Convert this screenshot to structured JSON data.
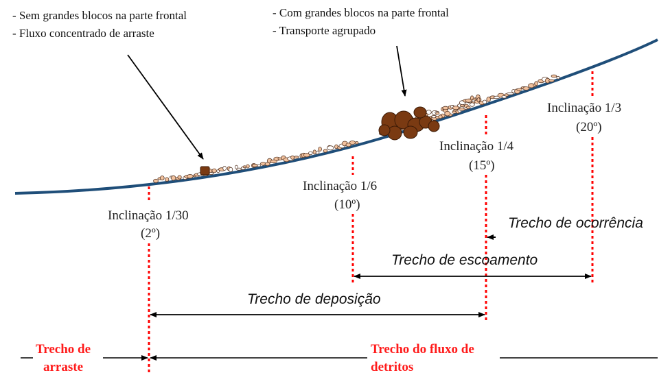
{
  "notes": {
    "left": [
      "- Sem grandes blocos na parte frontal",
      "- Fluxo concentrado de arraste"
    ],
    "right": [
      "- Com grandes blocos na parte frontal",
      "- Transporte agrupado"
    ]
  },
  "slopes": [
    {
      "label": "Inclinação 1/30",
      "angle": "(2º)"
    },
    {
      "label": "Inclinação 1/6",
      "angle": "(10º)"
    },
    {
      "label": "Inclinação 1/4",
      "angle": "(15º)"
    },
    {
      "label": "Inclinação 1/3",
      "angle": "(20º)"
    }
  ],
  "zones": {
    "ocorrencia": "Trecho de ocorrência",
    "escoamento": "Trecho de escoamento",
    "deposicao": "Trecho de deposição"
  },
  "bottom": {
    "arraste_line1": "Trecho de",
    "arraste_line2": "arraste",
    "fluxo_line1": "Trecho do fluxo de",
    "fluxo_line2": "detritos"
  },
  "colors": {
    "terrain": "#1f4e79",
    "guide": "#ff0000",
    "bottom_label": "#ff1a1a",
    "boulder": "#7a3a12",
    "pebble": "#f2c29e"
  }
}
